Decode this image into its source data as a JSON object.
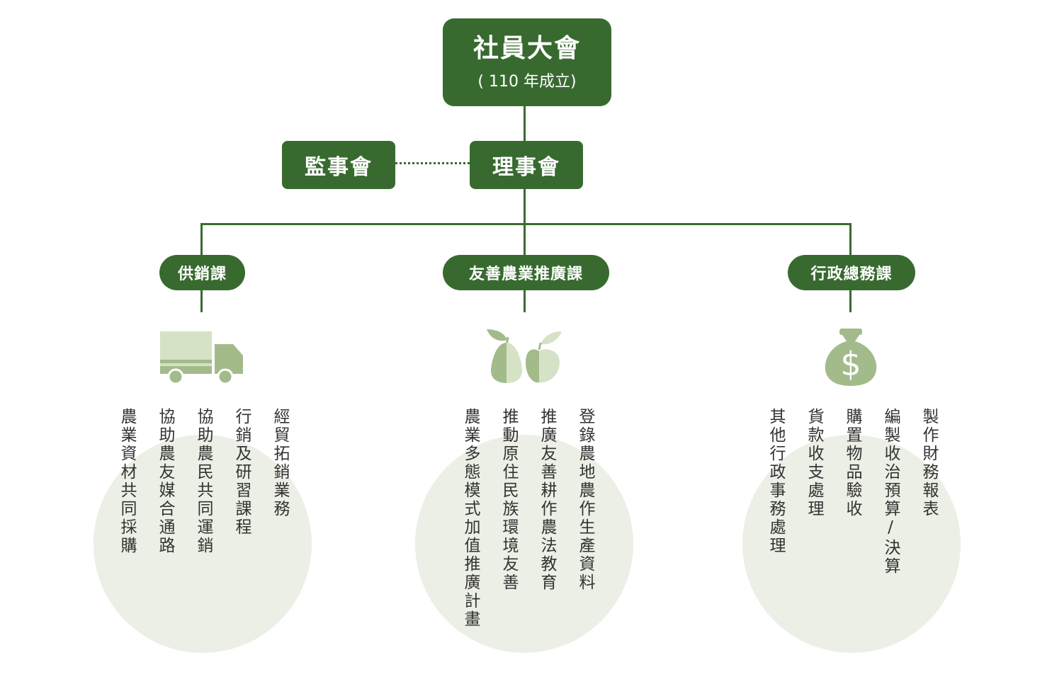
{
  "top": {
    "title": "社員大會",
    "subtitle": "( 110 年成立)"
  },
  "supervisors": {
    "label": "監事會"
  },
  "board": {
    "label": "理事會"
  },
  "departments": [
    {
      "name": "供銷課",
      "icon": "truck-icon",
      "duties": [
        "經貿拓銷業務",
        "行銷及研習課程",
        "協助農民共同運銷",
        "協助農友媒合通路",
        "農業資材共同採購"
      ]
    },
    {
      "name": "友善農業推廣課",
      "icon": "pear-apple-icon",
      "duties": [
        "登錄農地農作生產資料",
        "推廣友善耕作農法教育",
        "推動原住民族環境友善",
        "農業多態模式加值推廣計畫"
      ]
    },
    {
      "name": "行政總務課",
      "icon": "money-bag-icon",
      "duties": [
        "製作財務報表",
        "編製收治預算/決算",
        "購置物品驗收",
        "貨款收支處理",
        "其他行政事務處理"
      ]
    }
  ],
  "colors": {
    "primary": "#386a30",
    "icon": "#a3bb8b",
    "icon_light": "#d5e2c6",
    "circle": "#ebefe6"
  }
}
